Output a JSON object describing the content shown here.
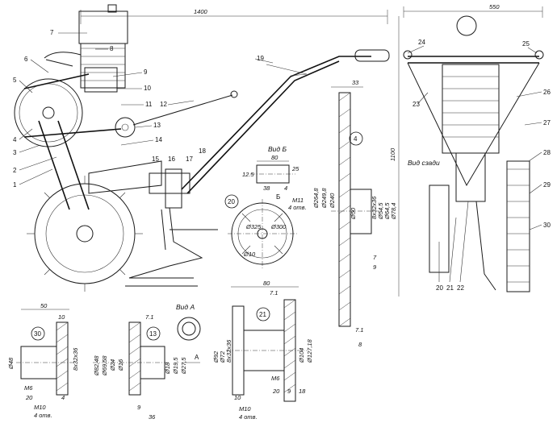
{
  "dimensions": {
    "overall_length": "1400",
    "overall_width": "550",
    "overall_height": "1100",
    "section_b_width": "80",
    "section_b_side": "38",
    "section_b_inner": "4",
    "section_b_h1": "12.5",
    "section_b_h2": "25",
    "d4_top": "33",
    "d4_w1": "7",
    "d4_w2": "9",
    "d4_w3": "7.1",
    "d4_w4": "8",
    "d21_width": "80",
    "d21_w1": "7.1",
    "d21_b1": "10",
    "d21_b2": "20",
    "d21_b3": "9",
    "d21_b4": "18",
    "d30_width": "50",
    "d30_w1": "10",
    "d30_b1": "20",
    "d30_b2": "4",
    "d13_w1": "7.1",
    "d13_b1": "9",
    "d13_b2": "36"
  },
  "view_titles": {
    "view_b": "Вид Б",
    "view_a": "Вид А",
    "rear_view": "Вид сзади"
  },
  "markers": {
    "b": "Б",
    "a": "А"
  },
  "part_numbers": [
    "1",
    "2",
    "3",
    "4",
    "5",
    "6",
    "7",
    "8",
    "9",
    "10",
    "11",
    "12",
    "13",
    "14",
    "15",
    "16",
    "17",
    "18",
    "19",
    "20",
    "21",
    "22",
    "23",
    "24",
    "25",
    "26",
    "27",
    "28",
    "29",
    "30"
  ],
  "detail_labels": {
    "d20": "20",
    "d4": "4",
    "d21": "21",
    "d30": "30",
    "d13": "13"
  },
  "callouts": {
    "m11": "M11",
    "m11_count": "4 отв.",
    "m10": "M10",
    "m10_count": "4 отв.",
    "m6_a": "M6",
    "m6_b": "M6",
    "m10_b": "M10",
    "m10_b_count": "4 отв."
  },
  "diameters": {
    "d20_d1": "Ø325",
    "d20_d2": "Ø300",
    "d20_d3": "Ø10",
    "d4_vals": [
      "Ø264,8",
      "Ø249,8",
      "Ø240",
      "Ø50",
      "8x32x36",
      "Ø54,5",
      "Ø64,5",
      "Ø78,4"
    ],
    "d21_vals": [
      "Ø92",
      "Ø72",
      "8x32x36",
      "Ø104",
      "Ø127,18"
    ],
    "d30_vals": [
      "Ø48",
      "8x32x36"
    ],
    "d13_vals": [
      "Ø82,48",
      "Ø69,58",
      "Ø24",
      "Ø16",
      "Ø18",
      "Ø19,5",
      "Ø27,5"
    ]
  }
}
